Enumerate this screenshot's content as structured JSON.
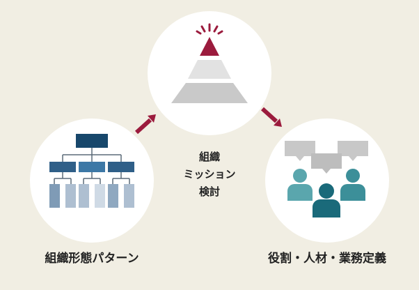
{
  "diagram": {
    "center_label_lines": [
      "組織",
      "ミッション",
      "検討"
    ],
    "left_label": "組織形態パターン",
    "right_label": "役割・人材・業務定義"
  },
  "icons": {
    "top": "pyramid-icon",
    "left": "org-chart-icon",
    "right": "people-discussion-icon",
    "arrows": "arrow-icon"
  },
  "colors": {
    "background": "#f1eee3",
    "circle": "#ffffff",
    "accent": "#9b1b3d",
    "pyramid_gray": "#c9c9c9",
    "pyramid_light": "#e2e2e2",
    "org_dark": "#17476b",
    "org_mid": "#3d78a6",
    "org_light": "#aebfd1",
    "people_teal": "#3c8f99",
    "people_dark": "#1a6a7a",
    "bubble": "#c8c8c8"
  }
}
